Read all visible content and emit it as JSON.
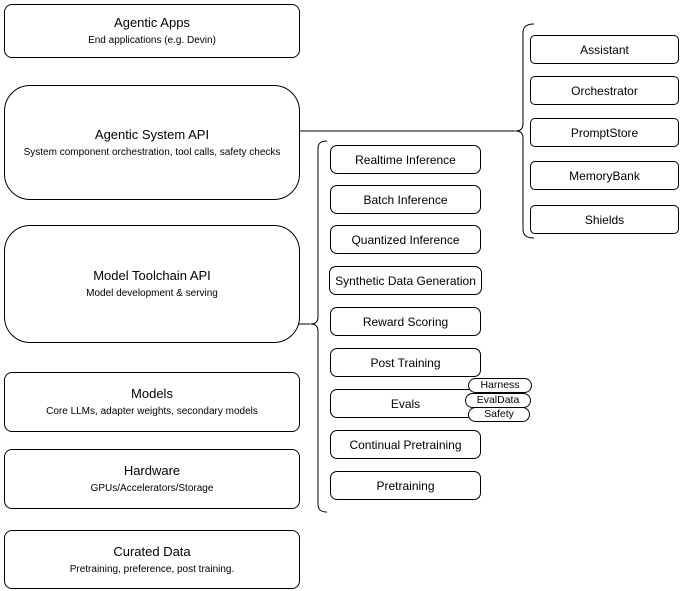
{
  "colors": {
    "stroke": "#000000",
    "fill": "#ffffff",
    "text": "#000000",
    "canvas": "#ffffff"
  },
  "layer_stack": [
    {
      "title": "Agentic Apps",
      "subtitle": "End applications (e.g. Devin)"
    },
    {
      "title": "Agentic System API",
      "subtitle": "System component orchestration, tool calls, safety checks"
    },
    {
      "title": "Model Toolchain API",
      "subtitle": "Model development & serving"
    },
    {
      "title": "Models",
      "subtitle": "Core LLMs, adapter weights, secondary models"
    },
    {
      "title": "Hardware",
      "subtitle": "GPUs/Accelerators/Storage"
    },
    {
      "title": "Curated Data",
      "subtitle": "Pretraining, preference, post training."
    }
  ],
  "toolchain_services": [
    {
      "label": "Realtime Inference"
    },
    {
      "label": "Batch Inference"
    },
    {
      "label": "Quantized Inference"
    },
    {
      "label": "Synthetic Data Generation"
    },
    {
      "label": "Reward Scoring"
    },
    {
      "label": "Post Training"
    },
    {
      "label": "Evals"
    },
    {
      "label": "Continual Pretraining"
    },
    {
      "label": "Pretraining"
    }
  ],
  "system_components": [
    {
      "label": "Assistant"
    },
    {
      "label": "Orchestrator"
    },
    {
      "label": "PromptStore"
    },
    {
      "label": "MemoryBank"
    },
    {
      "label": "Shields"
    }
  ],
  "eval_tags": [
    {
      "label": "Harness"
    },
    {
      "label": "EvalData"
    },
    {
      "label": "Safety"
    }
  ]
}
